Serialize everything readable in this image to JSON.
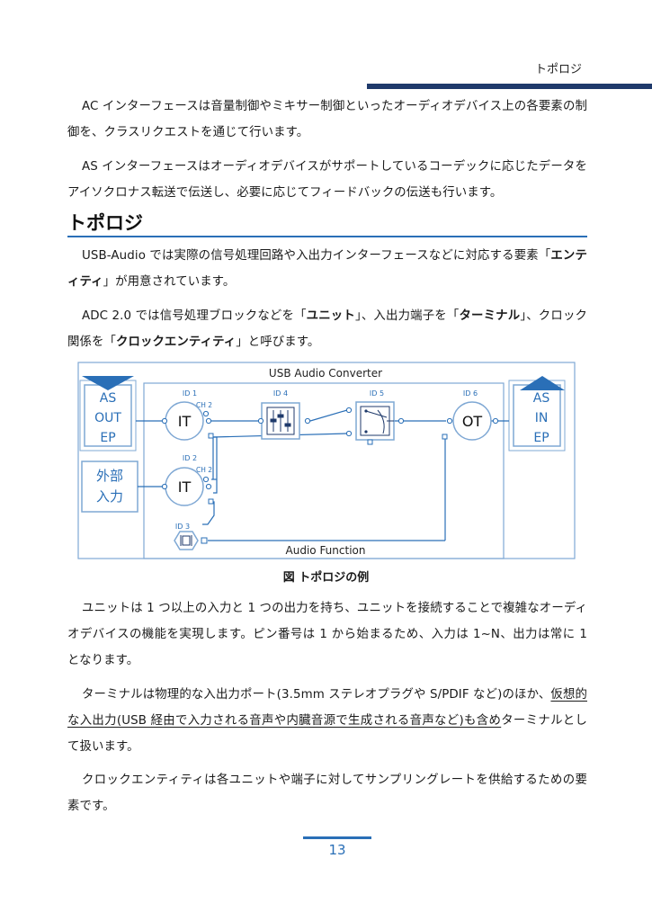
{
  "running_head": "トポロジ",
  "paragraphs": {
    "p1": "AC インターフェースは音量制御やミキサー制御といったオーディオデバイス上の各要素の制御を、クラスリクエストを通じて行います。",
    "p2": "AS インターフェースはオーディオデバイスがサポートしているコーデックに応じたデータをアイソクロナス転送で伝送し、必要に応じてフィードバックの伝送も行います。",
    "p3_a": "USB-Audio では実際の信号処理回路や入出力インターフェースなどに対応する要素「",
    "p3_b": "エンティティ",
    "p3_c": "」が用意されています。",
    "p4_a": "ADC 2.0 では信号処理ブロックなどを「",
    "p4_b": "ユニット",
    "p4_c": "」、入出力端子を「",
    "p4_d": "ターミナル",
    "p4_e": "」、クロック関係を「",
    "p4_f": "クロックエンティティ",
    "p4_g": "」と呼びます。",
    "p5": "ユニットは 1 つ以上の入力と 1 つの出力を持ち、ユニットを接続することで複雑なオーディオデバイスの機能を実現します。ピン番号は 1 から始まるため、入力は 1~N、出力は常に 1 となります。",
    "p6_a": "ターミナルは物理的な入出力ポート(3.5mm ステレオプラグや S/PDIF など)のほか、",
    "p6_b": "仮想的な入出力(USB 経由で入力される音声や内臓音源で生成される音声など)も含め",
    "p6_c": "ターミナルとして扱います。",
    "p7": "クロックエンティティは各ユニットや端子に対してサンプリングレートを供給するための要素です。"
  },
  "section_title": "トポロジ",
  "figure": {
    "outer_label": "USB Audio Converter",
    "inner_label": "Audio Function",
    "as_out": [
      "AS",
      "OUT",
      "EP"
    ],
    "as_in": [
      "AS",
      "IN",
      "EP"
    ],
    "ext_input": [
      "外部",
      "入力"
    ],
    "nodes": {
      "it1": {
        "id": "ID 1",
        "ch": "CH 2",
        "label": "IT"
      },
      "it2": {
        "id": "ID 2",
        "ch": "CH 2",
        "label": "IT"
      },
      "clock": {
        "id": "ID 3"
      },
      "feature": {
        "id": "ID 4"
      },
      "selector": {
        "id": "ID 5"
      },
      "ot": {
        "id": "ID 6",
        "label": "OT"
      }
    },
    "colors": {
      "frame": "#7fa8d4",
      "accent": "#2a6fb7",
      "dark": "#1f3a6b"
    }
  },
  "caption": "図 トポロジの例",
  "page_number": "13"
}
